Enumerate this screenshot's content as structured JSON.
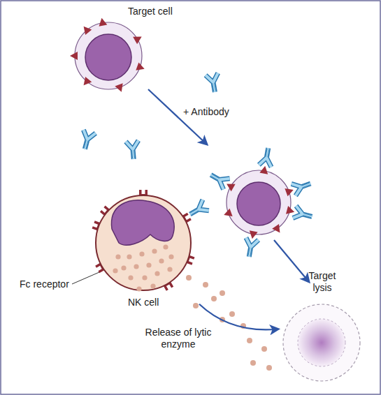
{
  "diagram": {
    "nodes": [
      {
        "text": [
          "Target cell"
        ]
      },
      {
        "text": [
          "NK cell"
        ]
      },
      {
        "text": [
          "Target lysis"
        ]
      }
    ],
    "edges": [
      {
        "from": 1,
        "to": 2,
        "arrow": "to",
        "label": "Release of lytic enzyme"
      }
    ],
    "labels": [
      "+ Antibody",
      "Fc receptor"
    ]
  }
}
